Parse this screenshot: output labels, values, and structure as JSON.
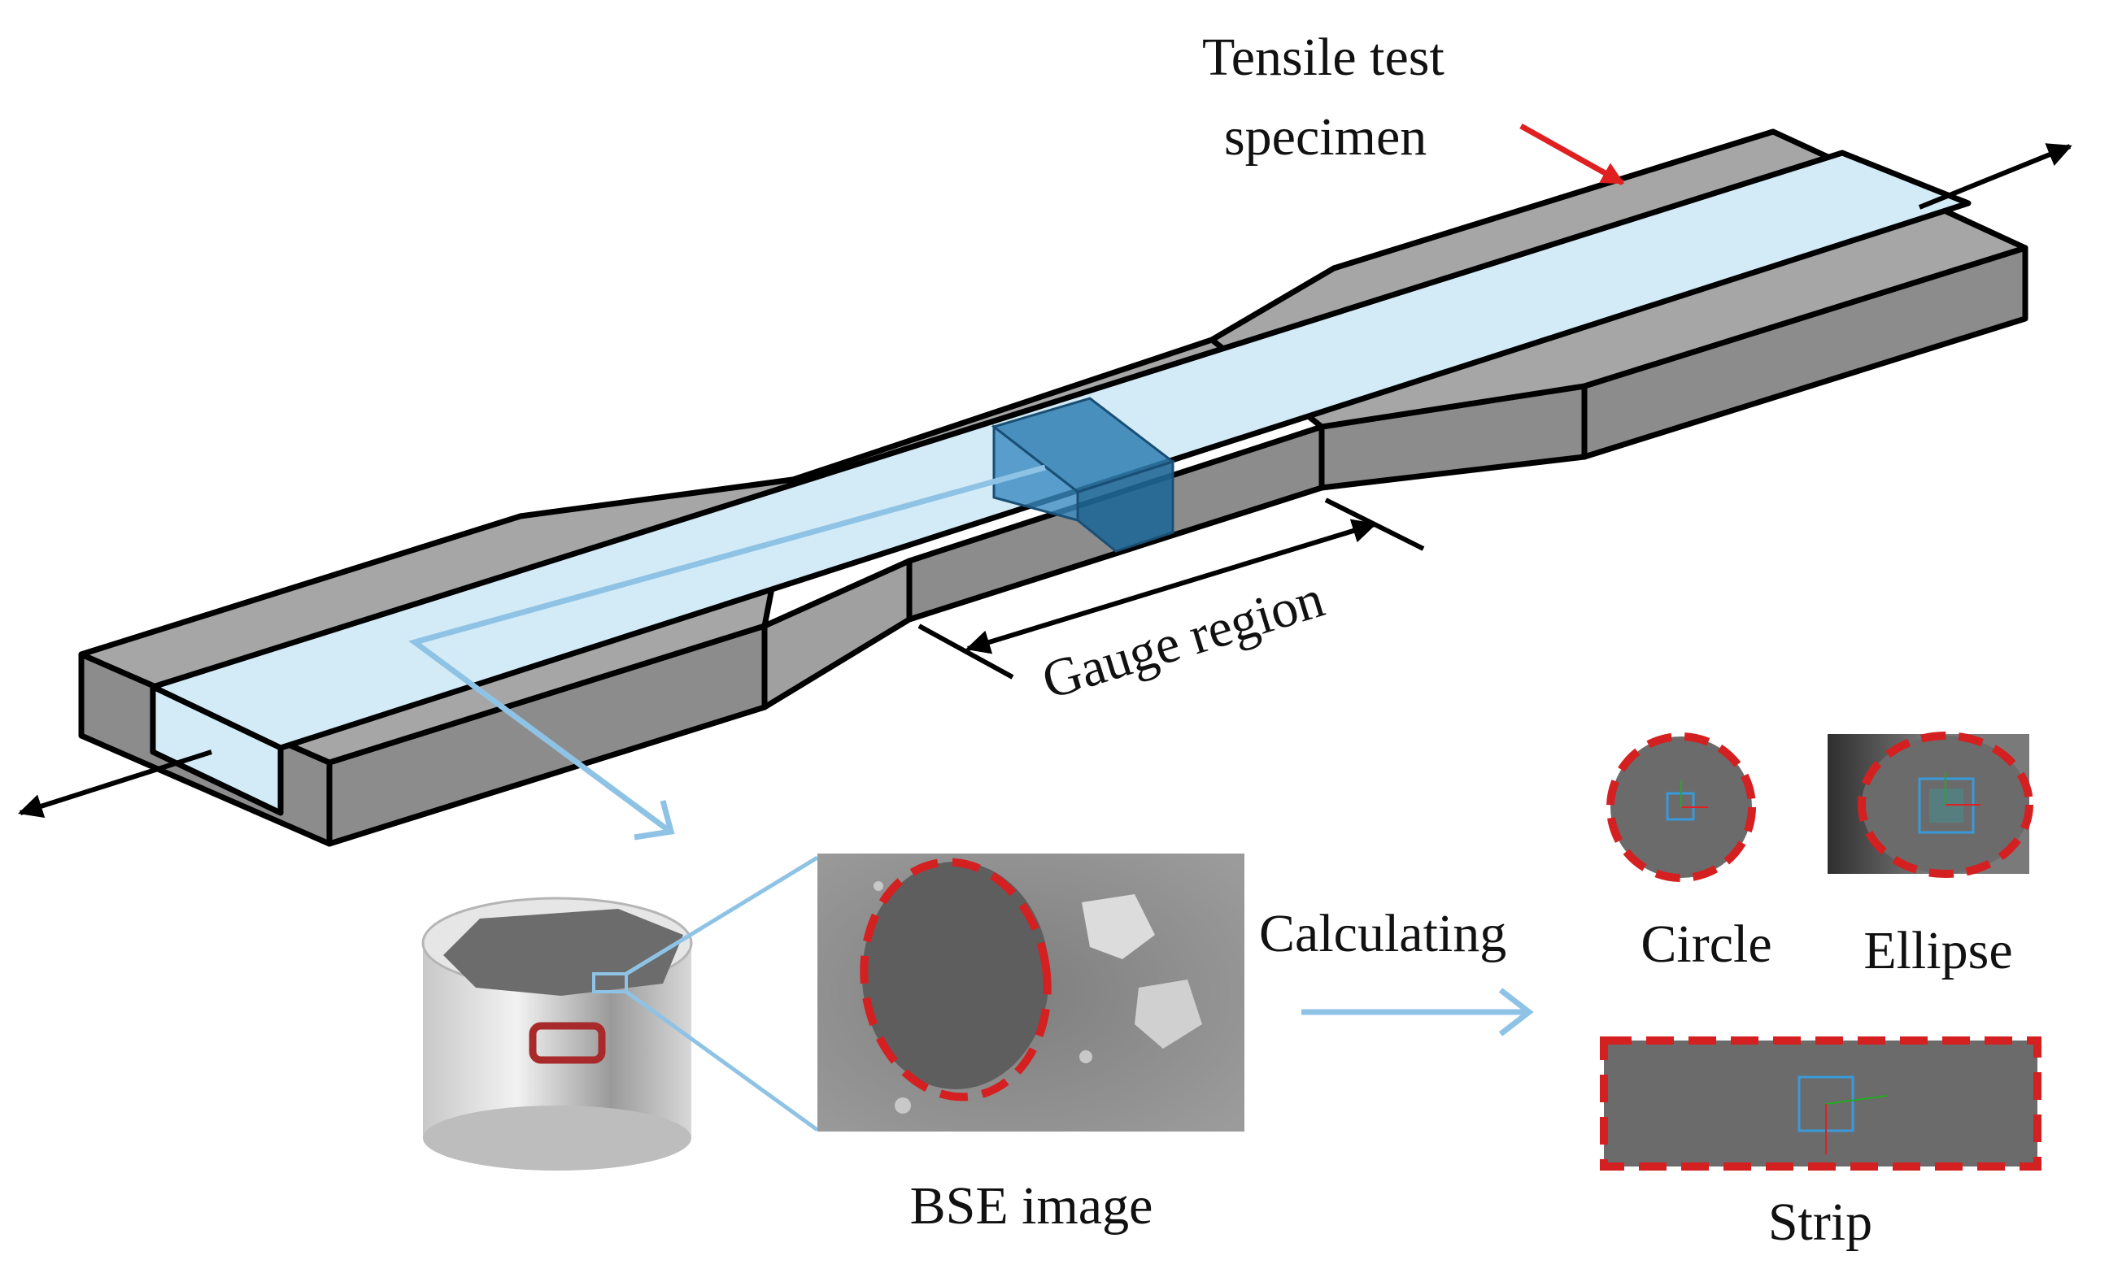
{
  "labels": {
    "specimen_line1": "Tensile test",
    "specimen_line2": "specimen",
    "gauge_region": "Gauge region",
    "bse_image": "BSE image",
    "calculating": "Calculating",
    "circle": "Circle",
    "ellipse": "Ellipse",
    "strip": "Strip"
  },
  "colors": {
    "specimen_face": "#8c8c8c",
    "specimen_light": "#a9a9a9",
    "channel": "#d3ebf6",
    "gauge_block": "#1f6797",
    "flow_arrow": "#8ec3e6",
    "pointer_arrow": "#e02020",
    "dashed_outline": "#d42020",
    "shape_fill": "#6b6b6b"
  }
}
